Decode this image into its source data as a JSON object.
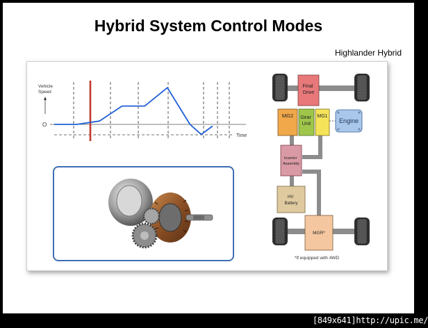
{
  "slide": {
    "title": "Hybrid System Control Modes",
    "subtitle": "Highlander Hybrid"
  },
  "graph": {
    "ylabel_line1": "Vehicle",
    "ylabel_line2": "Speed",
    "zero_label": "O",
    "xlabel": "Time",
    "speed_profile": [
      {
        "t": 0,
        "v": 0
      },
      {
        "t": 1,
        "v": 0
      },
      {
        "t": 2,
        "v": 0.1
      },
      {
        "t": 3,
        "v": 0.55
      },
      {
        "t": 4,
        "v": 0.55
      },
      {
        "t": 5,
        "v": 1.1
      },
      {
        "t": 6,
        "v": 0
      },
      {
        "t": 6.5,
        "v": -0.3
      },
      {
        "t": 7,
        "v": -0.05
      }
    ],
    "line_color": "#1f5fd6",
    "marker_color": "#c0392b"
  },
  "diagram": {
    "final_drive": "Final\nDrive",
    "mg2": "MG2",
    "gear_unit": "Gear\nUnit",
    "mg1": "MG1",
    "engine": "Engine",
    "inverter": "Inverter\nAssembly",
    "hv_battery": "HV\nBattery",
    "mgr": "MGR*",
    "footnote": "*If equipped with 4WD",
    "colors": {
      "final_drive": "#e8787a",
      "mg2": "#f0a84a",
      "gear_unit": "#9fc64a",
      "mg1": "#f5e35a",
      "engine": "#a9c7ea",
      "inverter": "#d99aa5",
      "hv_battery": "#dfcaa0",
      "mgr": "#f4c7a0",
      "axle": "#8c8c8c"
    }
  },
  "watermark": "[849x641]http://upic.me/"
}
